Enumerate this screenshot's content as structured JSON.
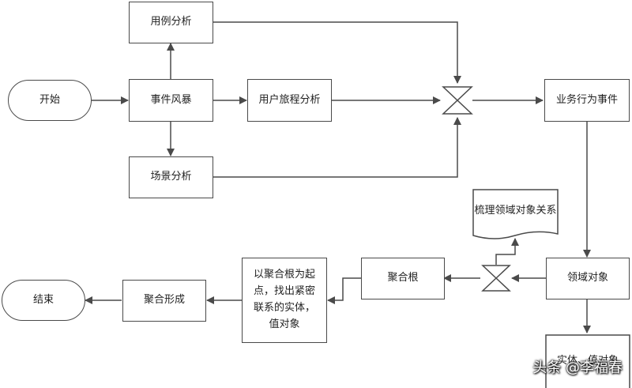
{
  "nodes": {
    "start": "开始",
    "event_storm": "事件风暴",
    "use_case": "用例分析",
    "scenario": "场景分析",
    "user_journey": "用户旅程分析",
    "business_events": "业务行为事件",
    "domain_objects": "领域对象",
    "sort_relations": "梳理领域对象关系",
    "entities_values": "实体、值对象",
    "aggregate_root": "聚合根",
    "find_entities": "以聚合根为起点，找出紧密联系的实体，值对象",
    "form_aggregate": "聚合形成",
    "end": "结束"
  },
  "watermark": "头条 @李福春"
}
